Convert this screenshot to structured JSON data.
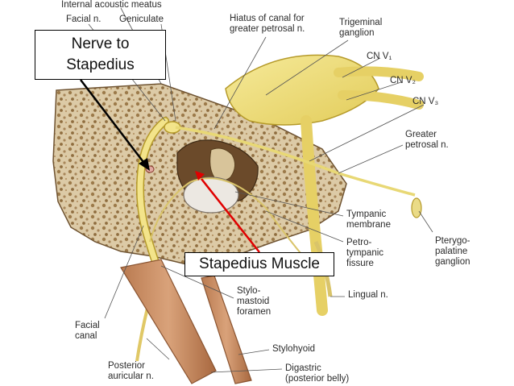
{
  "colors": {
    "bone": "#d9c7a4",
    "bone_dark": "#8a6a3e",
    "nerve": "#efe07e",
    "nerve_edge": "#b59a2a",
    "muscle": "#c99064",
    "muscle_edge": "#8a5431",
    "cavity": "#6b4a2a",
    "membrane": "#e9e6e1",
    "arrow_black": "#000000",
    "arrow_red": "#e00000"
  },
  "callouts": {
    "nerve_to_stapedius": "Nerve to\nStapedius",
    "stapedius_muscle": "Stapedius Muscle"
  },
  "labels": {
    "internal_acoustic_meatus": "Internal acoustic meatus",
    "facial_n": "Facial n.",
    "geniculate": "Geniculate",
    "hiatus": "Hiatus of canal for\ngreater petrosal n.",
    "trigeminal_ganglion": "Trigeminal\nganglion",
    "cn_v1": "CN V₁",
    "cn_v2": "CN V₂",
    "cn_v3": "CN V₃",
    "greater_petrosal": "Greater\npetrosal n.",
    "tympanic_membrane": "Tympanic\nmembrane",
    "petrotympanic_fissure": "Petro-\ntympanic\nfissure",
    "pterygopalatine_ganglion": "Pterygo-\npalatine\nganglion",
    "lingual_n": "Lingual n.",
    "stylomastoid_foramen": "Stylo-\nmastoid\nforamen",
    "facial_canal": "Facial\ncanal",
    "stylohyoid": "Stylohyoid",
    "posterior_auricular": "Posterior\nauricular n.",
    "digastric": "Digastric\n(posterior belly)"
  }
}
